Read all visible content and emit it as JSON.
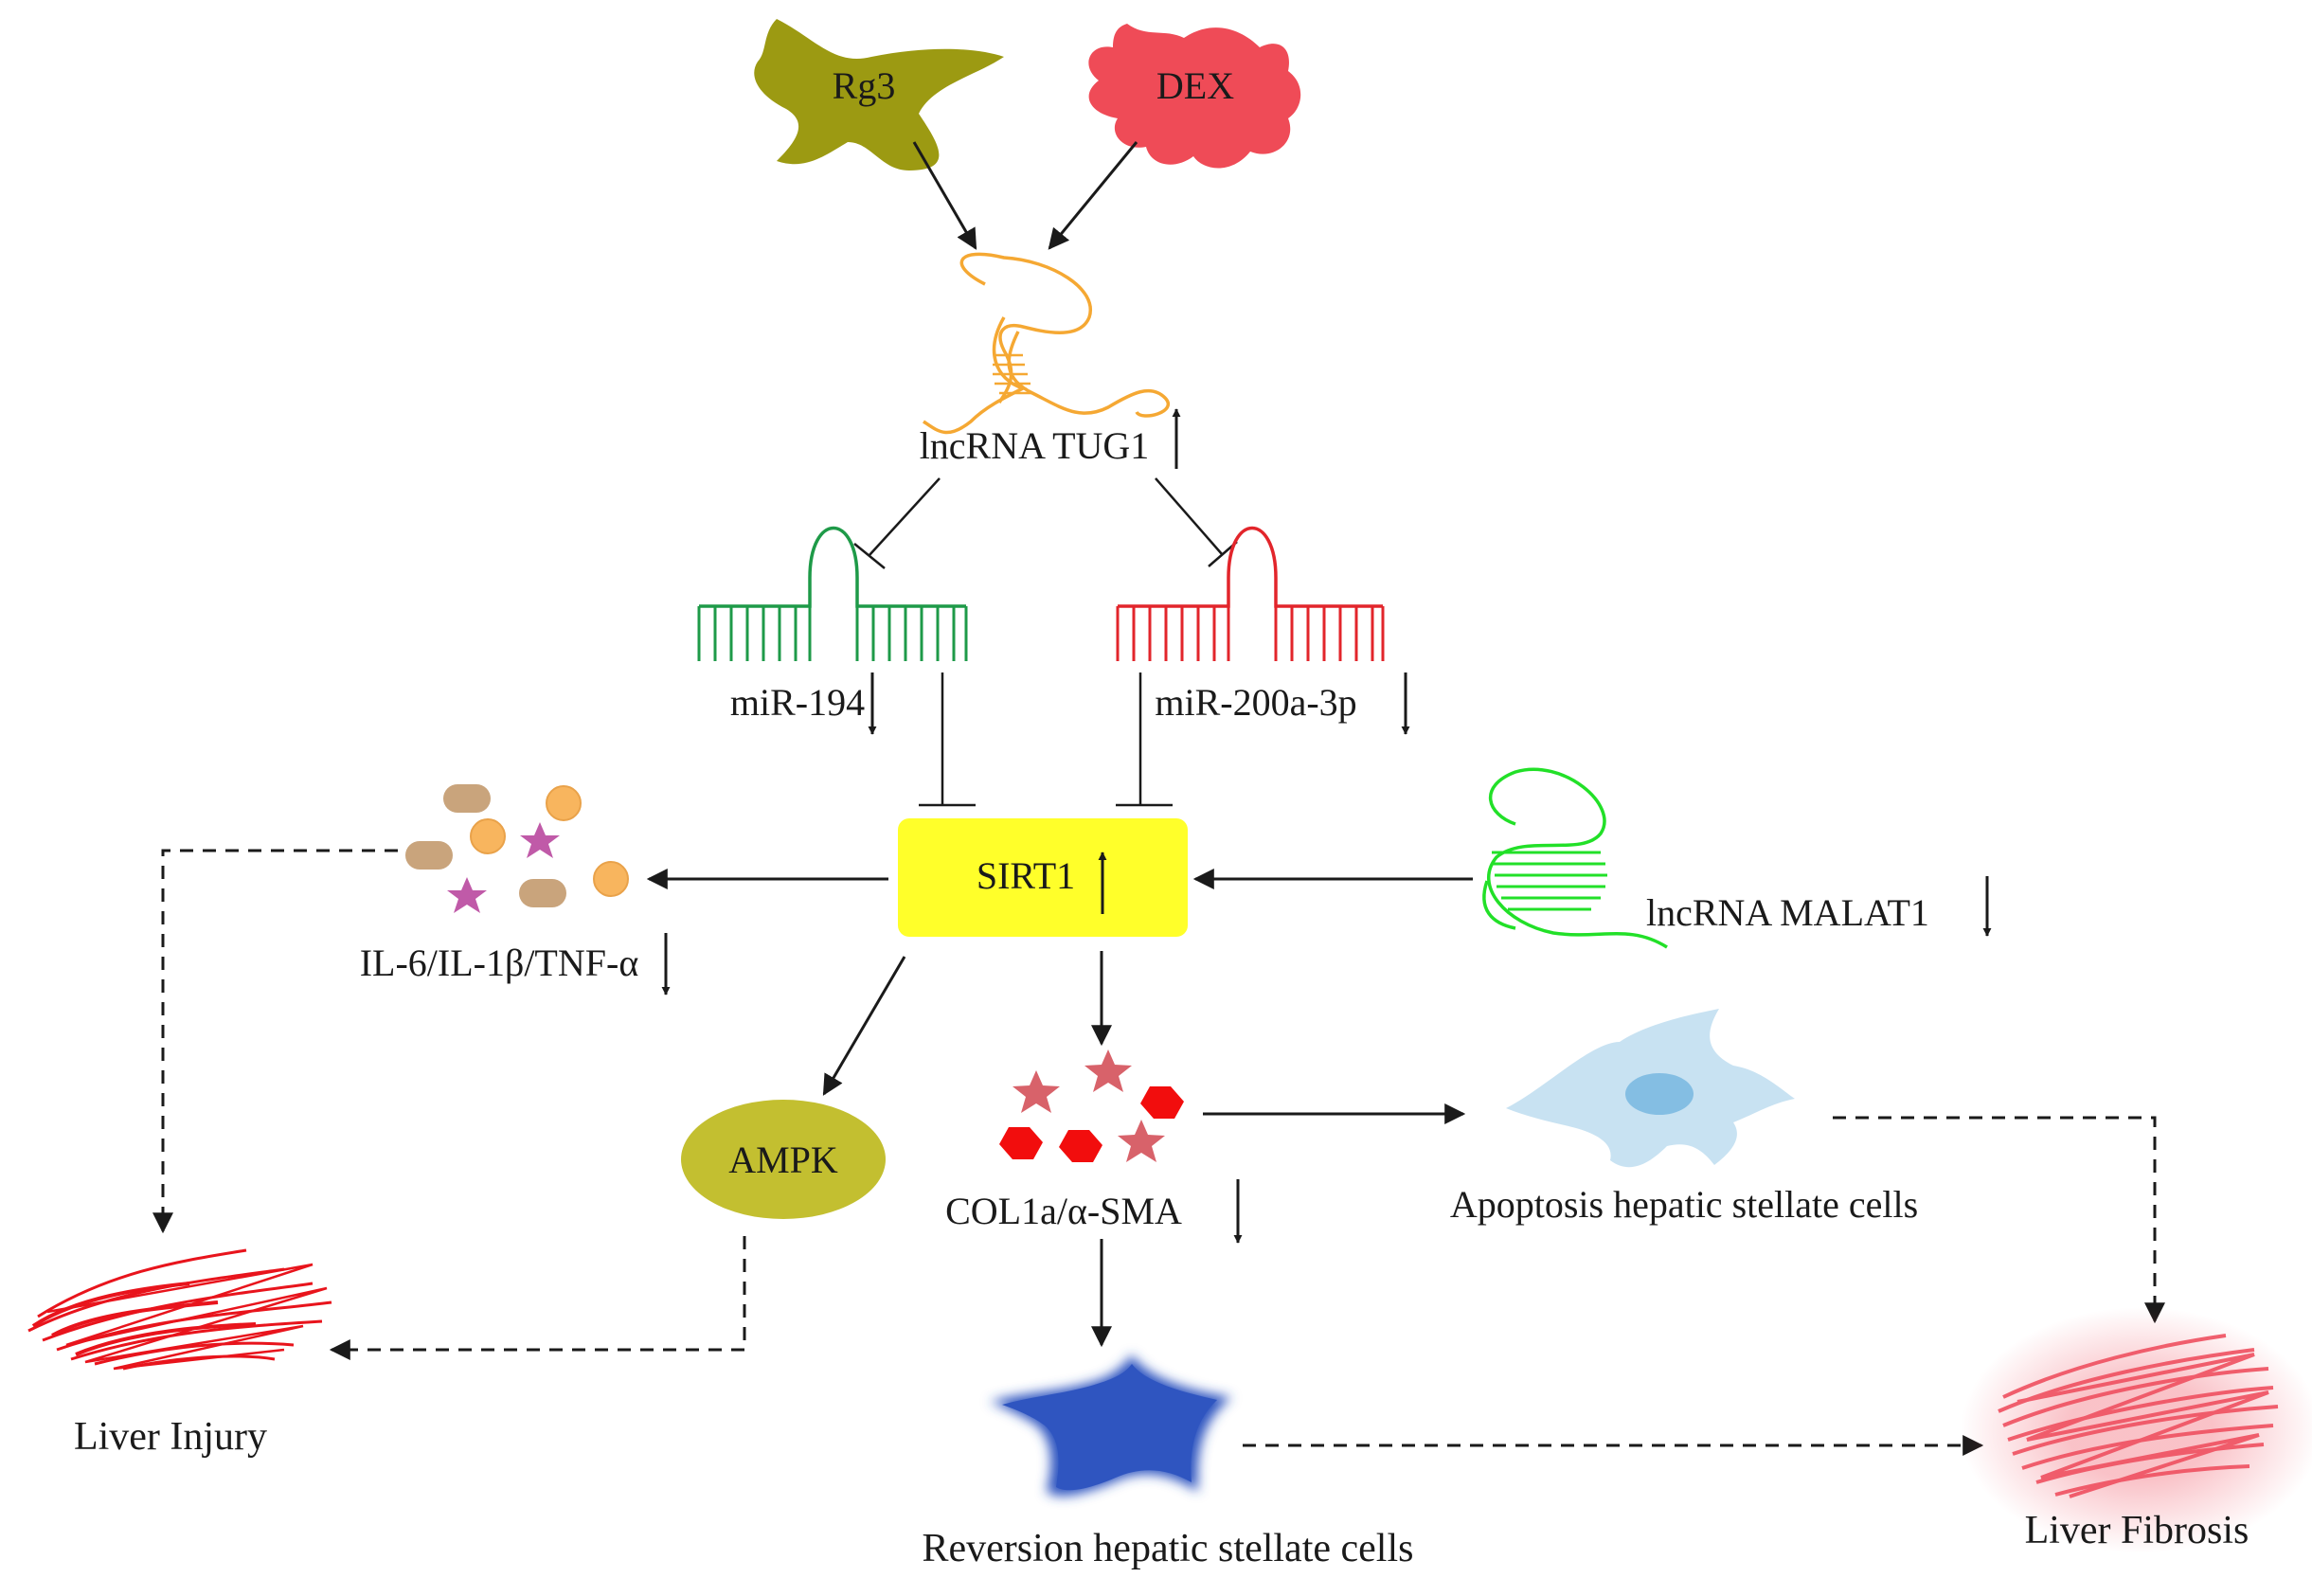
{
  "nodes": {
    "rg3": "Rg3",
    "dex": "DEX",
    "tug1": "lncRNA TUG1",
    "mir194": "miR-194",
    "mir200": "miR-200a-3p",
    "sirt1": "SIRT1",
    "malat1": "lncRNA MALAT1",
    "cytokines": "IL-6/IL-1β/TNF-α",
    "ampk": "AMPK",
    "col1a": "COL1a/α-SMA",
    "apoptosis": "Apoptosis hepatic stellate cells",
    "reversion": "Reversion hepatic stellate cells",
    "liver_injury": "Liver Injury",
    "liver_fibrosis": "Liver Fibrosis"
  },
  "colors": {
    "rg3": "#9c9a12",
    "dex": "#ef4b57",
    "tug1": "#f5a833",
    "mir194": "#1e9a48",
    "mir200": "#e2252b",
    "sirt1_box": "#ffff2a",
    "malat1": "#22e028",
    "ampk": "#c3bf30",
    "cytokine_bean": "#c9a47c",
    "cytokine_ball": "#f8b55e",
    "cytokine_star": "#c05aa8",
    "col_star": "#d8626a",
    "col_hex": "#f20d0d",
    "apoptosis_cell": "#c8e2f2",
    "apoptosis_nucleus": "#84bee3",
    "reversion_cell": "#2f55c0",
    "injury": "#e8141c",
    "fibrosis": "#ef5060",
    "arrow": "#1a1a1a"
  },
  "indicators": {
    "tug1": "up",
    "mir194": "down",
    "mir200": "down",
    "sirt1": "up",
    "malat1": "down",
    "cytokines": "down",
    "col1a": "down"
  }
}
